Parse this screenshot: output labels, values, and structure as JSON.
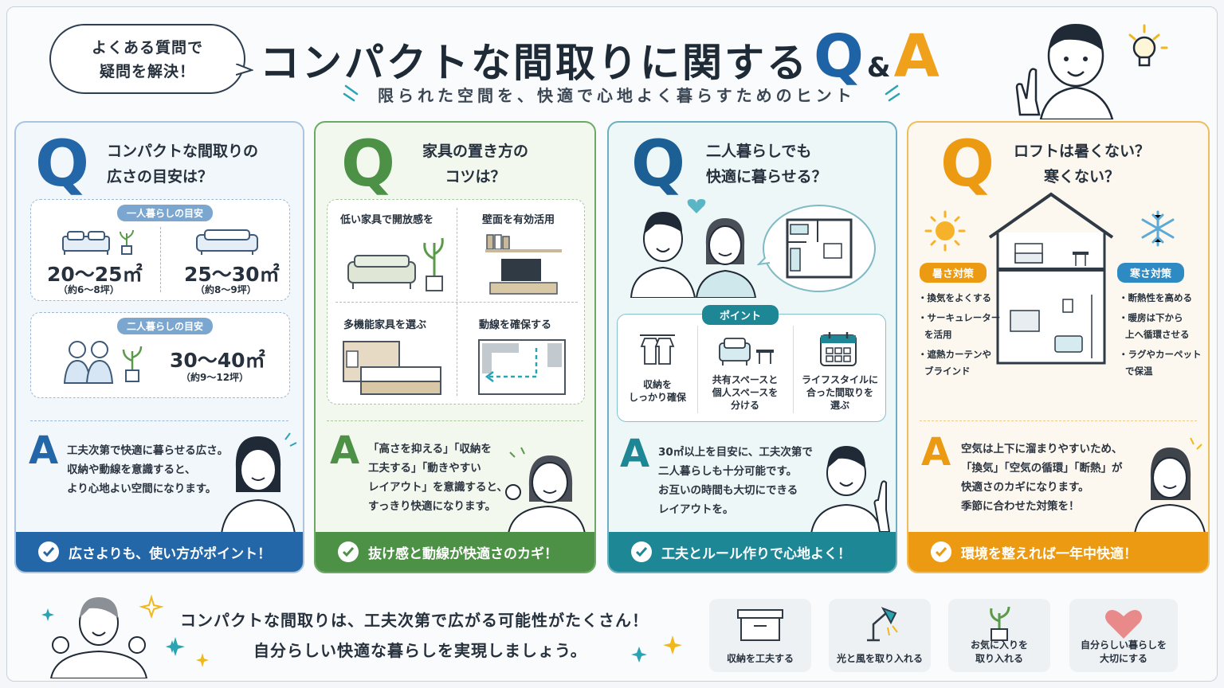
{
  "header": {
    "bubble_line1": "よくある質問で",
    "bubble_line2": "疑問を解決！",
    "title_main": "コンパクトな間取りに関する",
    "title_q": "Q",
    "title_amp": "&",
    "title_a": "A",
    "subtitle": "限られた空間を、快適で心地よく暮らすためのヒント"
  },
  "colors": {
    "blue": "#2467a8",
    "green": "#4c9146",
    "teal": "#1d8796",
    "orange": "#ec9a12"
  },
  "cards": [
    {
      "q_letter": "Q",
      "q_line1": "コンパクトな間取りの",
      "q_line2": "広さの目安は？",
      "single_label": "一人暮らしの目安",
      "single_a_area": "20～25㎡",
      "single_a_tsubo": "（約6～8坪）",
      "single_b_area": "25～30㎡",
      "single_b_tsubo": "（約8～9坪）",
      "couple_label": "二人暮らしの目安",
      "couple_area": "30～40㎡",
      "couple_tsubo": "（約9～12坪）",
      "a_letter": "A",
      "a_line1": "工夫次第で快適に暮らせる広さ。",
      "a_line2": "収納や動線を意識すると、",
      "a_line3": "より心地よい空間になります。",
      "footer": "広さよりも、使い方がポイント！"
    },
    {
      "q_letter": "Q",
      "q_line1": "家具の置き方の",
      "q_line2": "コツは？",
      "tip1": "低い家具で開放感を",
      "tip2": "壁面を有効活用",
      "tip3": "多機能家具を選ぶ",
      "tip4": "動線を確保する",
      "a_letter": "A",
      "a_line1": "「高さを抑える」「収納を",
      "a_line2": "工夫する」「動きやすい",
      "a_line3": "レイアウト」を意識すると、",
      "a_line4": "すっきり快適になります。",
      "footer": "抜け感と動線が快適さのカギ！"
    },
    {
      "q_letter": "Q",
      "q_line1": "二人暮らしでも",
      "q_line2": "快適に暮らせる？",
      "point_label": "ポイント",
      "p1_line1": "収納を",
      "p1_line2": "しっかり確保",
      "p2_line1": "共有スペースと",
      "p2_line2": "個人スペースを",
      "p2_line3": "分ける",
      "p3_line1": "ライフスタイルに",
      "p3_line2": "合った間取りを",
      "p3_line3": "選ぶ",
      "a_letter": "A",
      "a_line1": "30㎡以上を目安に、工夫次第で",
      "a_line2": "二人暮らしも十分可能です。",
      "a_line3": "お互いの時間も大切にできる",
      "a_line4": "レイアウトを。",
      "footer": "工夫とルール作りで心地よく！"
    },
    {
      "q_letter": "Q",
      "q_line1": "ロフトは暑くない？",
      "q_line2": "寒くない？",
      "hot_label": "暑さ対策",
      "hot1": "・換気をよくする",
      "hot2a": "・サーキュレーター",
      "hot2b": "を活用",
      "hot3a": "・遮熱カーテンや",
      "hot3b": "ブラインド",
      "cold_label": "寒さ対策",
      "cold1": "・断熱性を高める",
      "cold2a": "・暖房は下から",
      "cold2b": "上へ循環させる",
      "cold3a": "・ラグやカーペット",
      "cold3b": "で保温",
      "a_letter": "A",
      "a_line1": "空気は上下に溜まりやすいため、",
      "a_line2": "「換気」「空気の循環」「断熱」が",
      "a_line3": "快適さのカギになります。",
      "a_line4": "季節に合わせた対策を！",
      "footer": "環境を整えれば一年中快適！"
    }
  ],
  "bottom": {
    "line1": "コンパクトな間取りは、工夫次第で広がる可能性がたくさん！",
    "line2": "自分らしい快適な暮らしを実現しましょう。",
    "tile1": "収納を工夫する",
    "tile2": "光と風を取り入れる",
    "tile3_line1": "お気に入りを",
    "tile3_line2": "取り入れる",
    "tile4_line1": "自分らしい暮らしを",
    "tile4_line2": "大切にする"
  },
  "icons": [
    "bulb-icon",
    "check-icon",
    "sun-icon",
    "snowflake-icon",
    "heart-icon",
    "sparkle-icon",
    "storage-box-icon",
    "lamp-icon",
    "plant-icon"
  ]
}
